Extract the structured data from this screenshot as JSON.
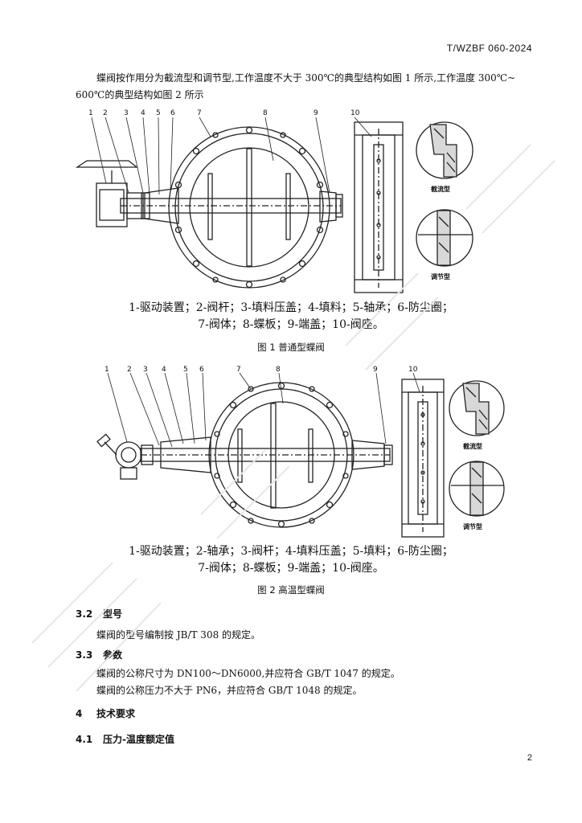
{
  "header": {
    "doc_code": "T/WZBF 060-2024"
  },
  "intro": {
    "line1": "蝶阀按作用分为截流型和调节型,工作温度不大于 300℃的典型结构如图 1 所示,工作温度 300℃~",
    "line2": "600℃的典型结构如图 2 所示"
  },
  "figure1": {
    "numbers": [
      "1",
      "2",
      "3",
      "4",
      "5",
      "6",
      "7",
      "8",
      "9",
      "10"
    ],
    "detail_top": "截流型",
    "detail_bottom": "调节型",
    "legend_line1": "1-驱动装置；2-阀杆；3-填料压盖；4-填料；5-轴承；6-防尘圈；",
    "legend_line2": "7-阀体；8-蝶板；9-端盖；10-阀座。",
    "caption": "图 1 普通型蝶阀"
  },
  "figure2": {
    "numbers": [
      "1",
      "2",
      "3",
      "4",
      "5",
      "6",
      "7",
      "8",
      "9",
      "10"
    ],
    "detail_top": "截流型",
    "detail_bottom": "调节型",
    "legend_line1": "1-驱动装置；2-轴承；3-阀杆；4-填料压盖；5-填料；6-防尘圈；",
    "legend_line2": "7-阀体；8-蝶板；9-端盖；10-阀座。",
    "caption": "图 2 高温型蝶阀"
  },
  "sections": {
    "s32": {
      "num": "3.2",
      "title": "型号",
      "text": "蝶阀的型号编制按 JB/T 308 的规定。"
    },
    "s33": {
      "num": "3.3",
      "title": "参数",
      "text1": "蝶阀的公称尺寸为 DN100～DN6000,并应符合 GB/T 1047 的规定。",
      "text2": "蝶阀的公称压力不大于 PN6，并应符合 GB/T 1048 的规定。"
    },
    "s4": {
      "num": "4",
      "title": "技术要求"
    },
    "s41": {
      "num": "4.1",
      "title": "压力-温度额定值"
    }
  },
  "page_number": "2"
}
